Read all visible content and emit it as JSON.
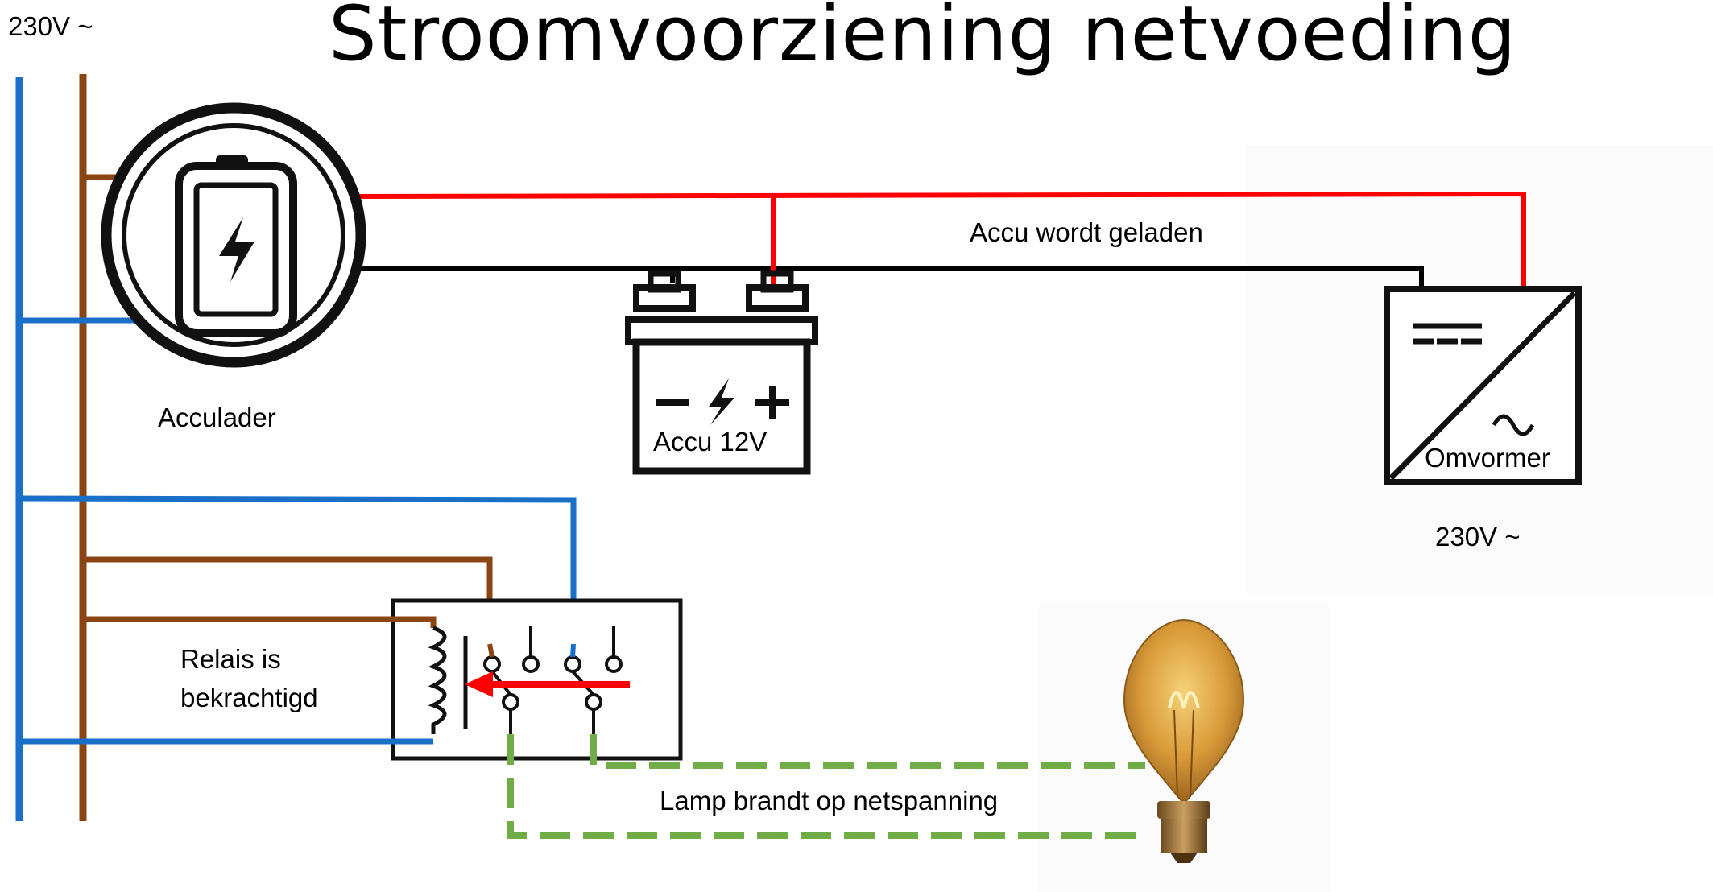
{
  "title": "Stroomvoorziening netvoeding",
  "labels": {
    "supply_top": "230V ~",
    "charger": "Acculader",
    "battery": "Accu 12V",
    "charging_status": "Accu wordt geladen",
    "inverter": "Omvormer",
    "inverter_output": "230V ~",
    "relay_status_line1": "Relais is",
    "relay_status_line2": "bekrachtigd",
    "lamp_status": "Lamp brandt op netspanning"
  },
  "battery_symbols": {
    "minus": "−",
    "plus": "+"
  },
  "inverter_symbols": {
    "ac": "~"
  },
  "colors": {
    "neutral_wire": "#1a6fc9",
    "live_wire": "#8b4513",
    "dc_positive": "#ff0000",
    "dc_negative": "#000000",
    "lamp_circuit": "#70ad47",
    "relay_arrow": "#ff0000"
  }
}
